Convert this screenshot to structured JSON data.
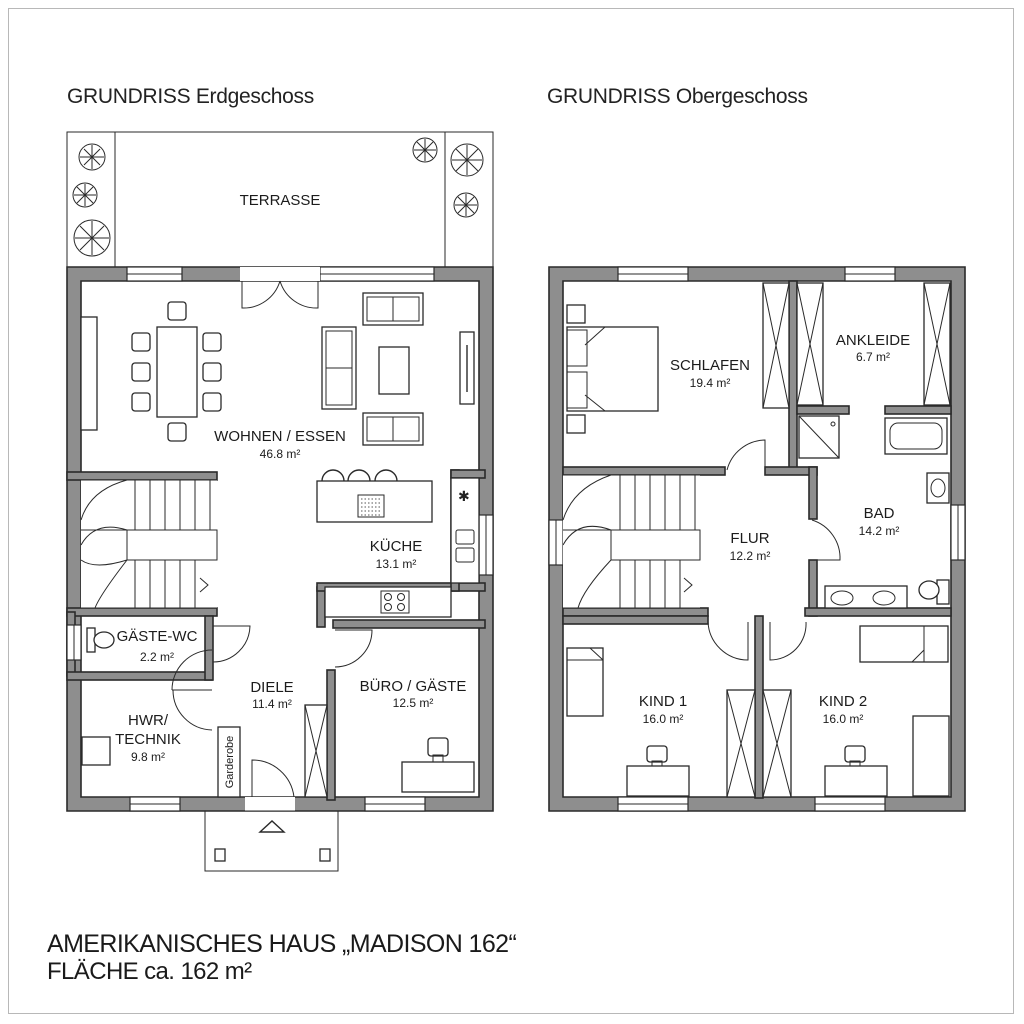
{
  "headings": {
    "ground_floor": "GRUNDRISS Erdgeschoss",
    "upper_floor": "GRUNDRISS Obergeschoss"
  },
  "ground_floor": {
    "terrace": "TERRASSE",
    "wohnen": {
      "name": "WOHNEN / ESSEN",
      "area": "46.8 m²"
    },
    "kueche": {
      "name": "KÜCHE",
      "area": "13.1 m²"
    },
    "gaeste_wc": {
      "name": "GÄSTE-WC",
      "area": "2.2 m²"
    },
    "diele": {
      "name": "DIELE",
      "area": "11.4 m²"
    },
    "buero": {
      "name": "BÜRO / GÄSTE",
      "area": "12.5 m²"
    },
    "hwr": {
      "name_line1": "HWR/",
      "name_line2": "TECHNIK",
      "area": "9.8 m²"
    },
    "garderobe": "Garderobe"
  },
  "upper_floor": {
    "schlafen": {
      "name": "SCHLAFEN",
      "area": "19.4 m²"
    },
    "ankleide": {
      "name": "ANKLEIDE",
      "area": "6.7 m²"
    },
    "bad": {
      "name": "BAD",
      "area": "14.2 m²"
    },
    "flur": {
      "name": "FLUR",
      "area": "12.2 m²"
    },
    "kind1": {
      "name": "KIND 1",
      "area": "16.0 m²"
    },
    "kind2": {
      "name": "KIND 2",
      "area": "16.0 m²"
    }
  },
  "footer": {
    "title": "AMERIKANISCHES HAUS „MADISON 162“",
    "area": "FLÄCHE ca. 162 m²"
  }
}
